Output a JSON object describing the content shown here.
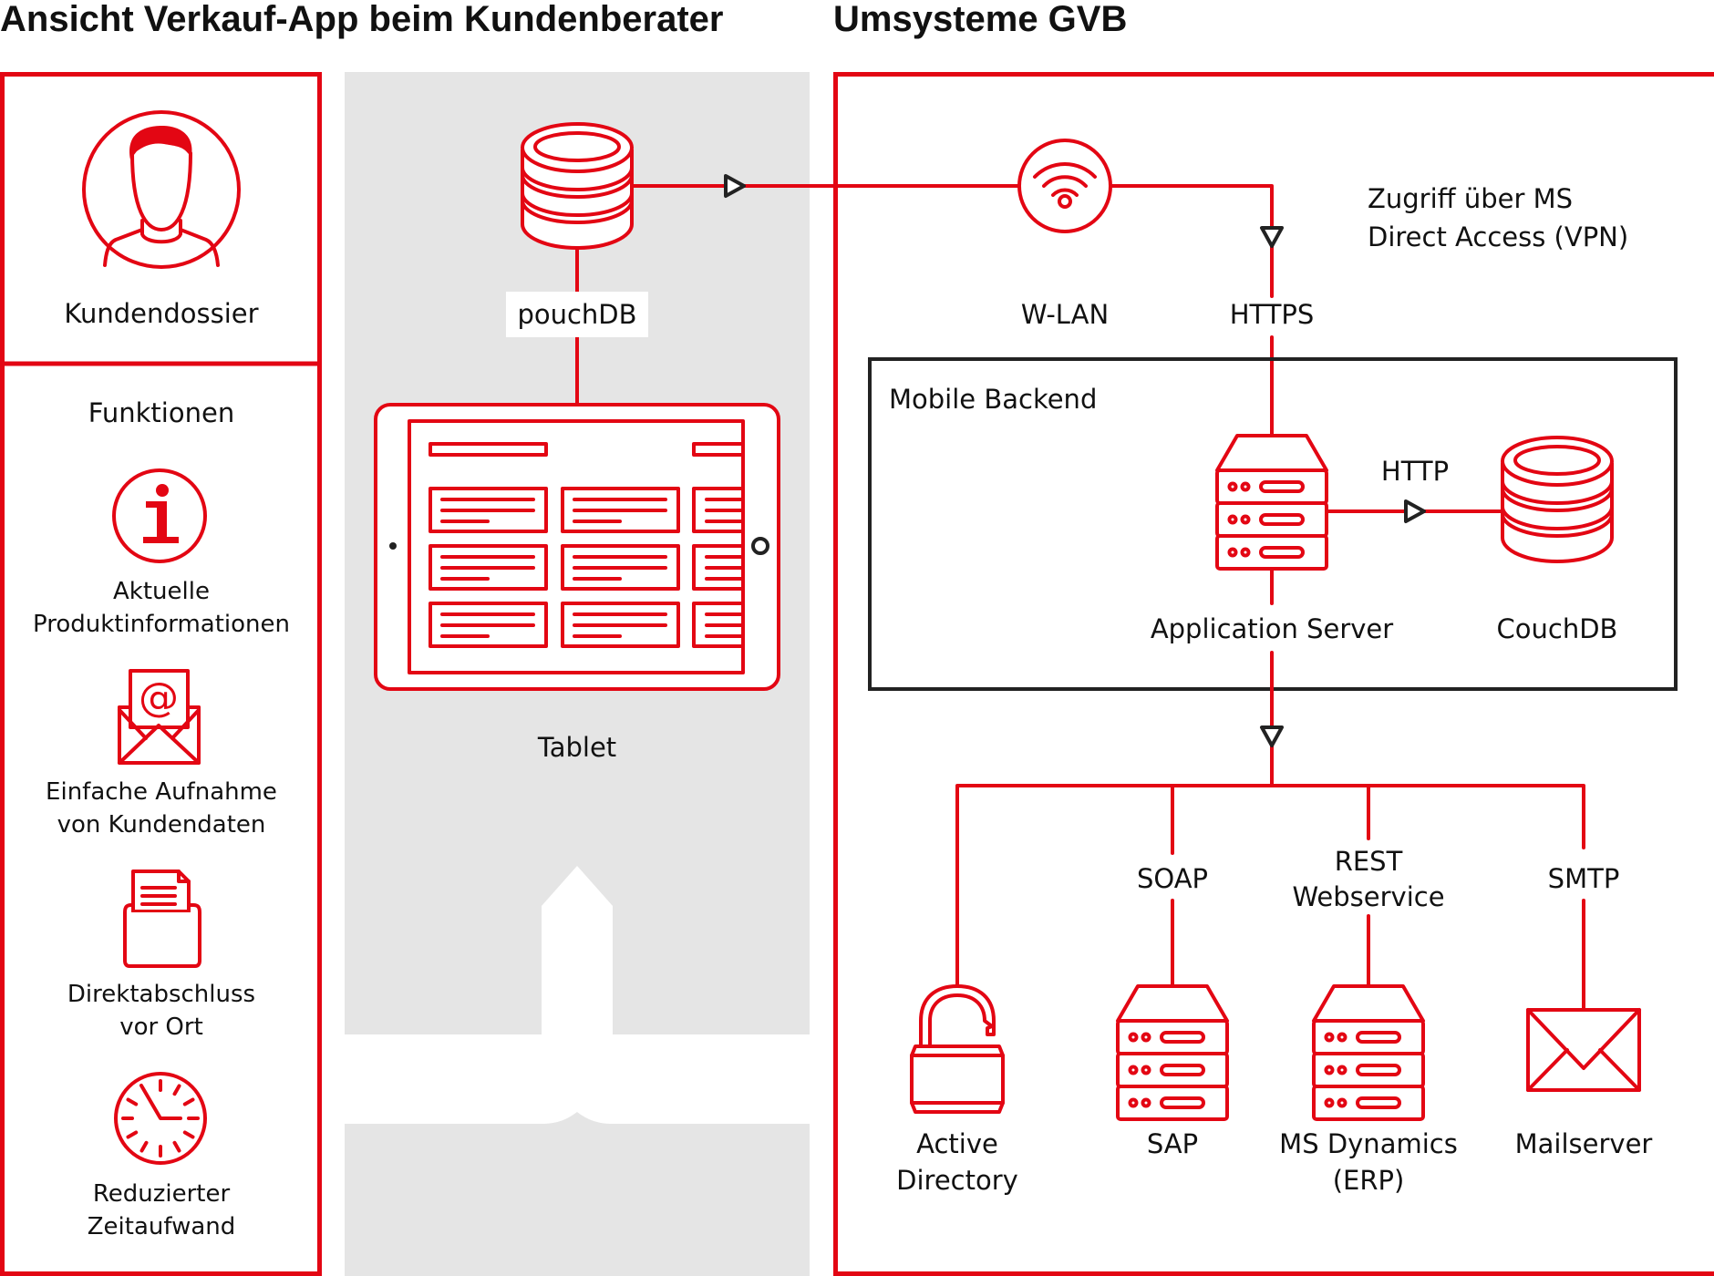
{
  "headings": {
    "left": "Ansicht Verkauf-App beim Kundenberater",
    "right": "Umsysteme GVB"
  },
  "left_panel": {
    "profile_label": "Kundendossier",
    "functions_title": "Funktionen",
    "functions": [
      {
        "icon": "info-icon",
        "line1": "Aktuelle",
        "line2": "Produktinformationen"
      },
      {
        "icon": "email-envelope-icon",
        "line1": "Einfache Aufnahme",
        "line2": "von Kundendaten"
      },
      {
        "icon": "document-folder-icon",
        "line1": "Direktabschluss",
        "line2": "vor Ort"
      },
      {
        "icon": "clock-icon",
        "line1": "Reduzierter",
        "line2": "Zeitaufwand"
      }
    ]
  },
  "middle_panel": {
    "local_db_label": "pouchDB",
    "device_label": "Tablet"
  },
  "right_panel": {
    "wlan_label": "W-LAN",
    "https_label": "HTTPS",
    "vpn_line1": "Zugriff über MS",
    "vpn_line2": "Direct Access (VPN)",
    "backend": {
      "title": "Mobile Backend",
      "app_server_label": "Application Server",
      "http_label": "HTTP",
      "db_label": "CouchDB"
    },
    "protocols": {
      "soap": "SOAP",
      "rest_line1": "REST",
      "rest_line2": "Webservice",
      "smtp": "SMTP"
    },
    "systems": [
      {
        "icon": "padlock-icon",
        "line1": "Active",
        "line2": "Directory"
      },
      {
        "icon": "server-icon",
        "line1": "SAP",
        "line2": ""
      },
      {
        "icon": "server-icon",
        "line1": "MS Dynamics",
        "line2": "(ERP)"
      },
      {
        "icon": "mail-icon",
        "line1": "Mailserver",
        "line2": ""
      }
    ]
  },
  "colors": {
    "accent": "#e30613",
    "panel_gray": "#e5e5e5",
    "arrow": "#222222",
    "text": "#111111"
  }
}
